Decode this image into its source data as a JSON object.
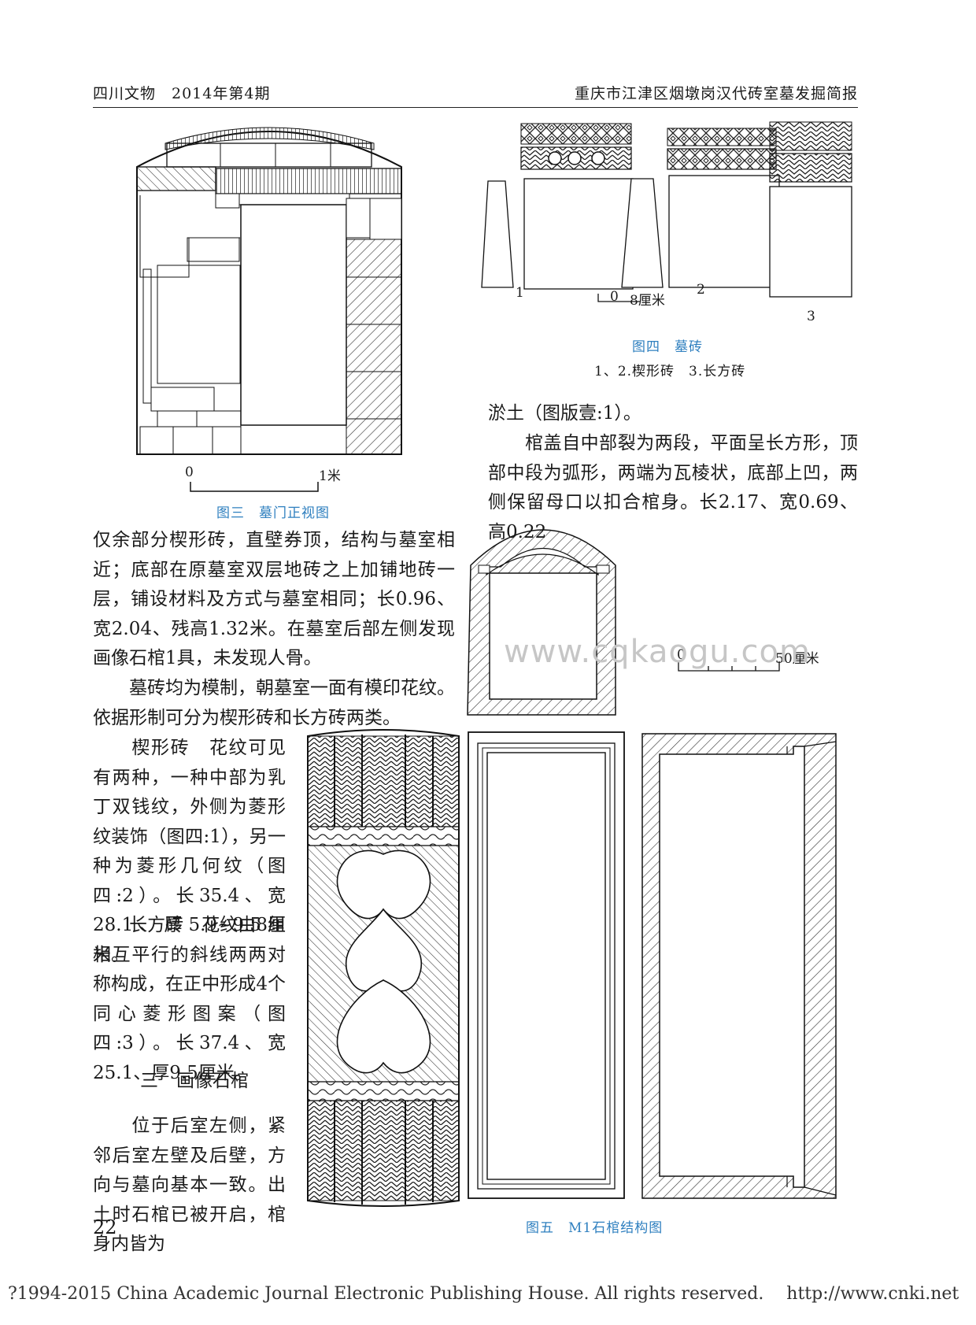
{
  "header": {
    "journal": "四川文物　2014年第4期",
    "article": "重庆市江津区烟墩岗汉代砖室墓发掘简报"
  },
  "figure3": {
    "caption": "图三　墓门正视图",
    "scale_zero": "0",
    "scale_end": "1米"
  },
  "figure4": {
    "caption": "图四　墓砖",
    "subcaption": "1、2.楔形砖　3.长方砖",
    "scale_zero": "0",
    "scale_end": "8厘米",
    "labels": [
      "1",
      "2",
      "3"
    ]
  },
  "figure5": {
    "caption": "图五　M1石棺结构图",
    "scale_zero": "0",
    "scale_end": "50厘米"
  },
  "right_col": {
    "p0": "淤土（图版壹:1）。",
    "p1": "　　棺盖自中部裂为两段，平面呈长方形，顶部中段为弧形，两端为瓦棱状，底部上凹，两侧保留母口以扣合棺身。长2.17、宽0.69、高0.22"
  },
  "left_col": {
    "p1": "仅余部分楔形砖，直壁券顶，结构与墓室相近；底部在原墓室双层地砖之上加铺地砖一层，铺设材料及方式与墓室相同；长0.96、宽2.04、残高1.32米。在墓室后部左侧发现画像石棺1具，未发现人骨。",
    "p2": "　　墓砖均为模制，朝墓室一面有模印花纹。依据形制可分为楔形砖和长方砖两类。",
    "p3": "　　楔形砖　花纹可见有两种，一种中部为乳丁双钱纹，外侧为菱形纹装饰（图四:1），另一种为菱形几何纹（图四:2）。长35.4、宽28.1、厚5.9~9.5厘米。",
    "p4": "　　长方砖　花纹由8组相互平行的斜线两两对称构成，在正中形成4个同心菱形图案（图四:3）。长37.4、宽25.1、厚9.5厘米。",
    "heading": "三　画像石棺",
    "p5": "　　位于后室左侧，紧邻后室左壁及后壁，方向与墓向基本一致。出土时石棺已被开启，棺身内皆为"
  },
  "watermark": "www.cqkaogu.com",
  "page_number": "22",
  "footer": "?1994-2015 China Academic Journal Electronic Publishing House. All rights reserved.　 http://www.cnki.net"
}
